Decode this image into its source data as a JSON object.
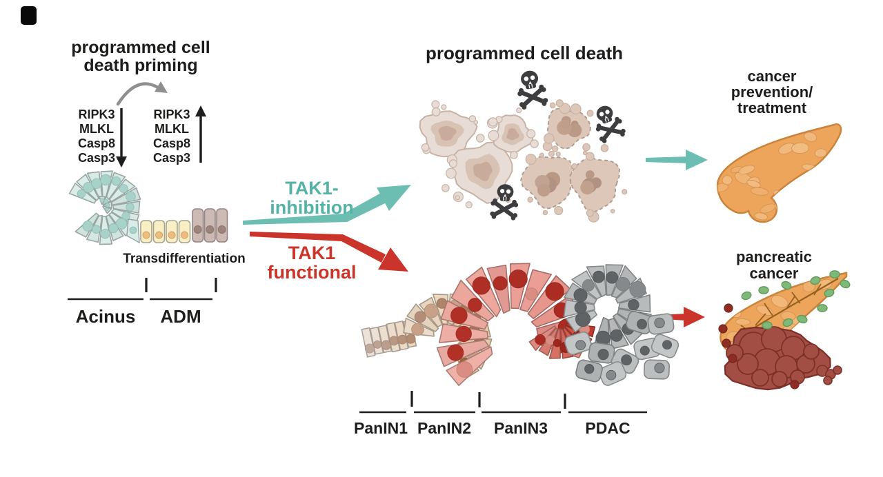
{
  "left_panel": {
    "title_line1": "programmed cell",
    "title_line2": "death priming",
    "genes_down": [
      "RIPK3",
      "MLKL",
      "Casp8",
      "Casp3"
    ],
    "genes_up": [
      "RIPK3",
      "MLKL",
      "Casp8",
      "Casp3"
    ],
    "transdifferentiation_label": "Transdifferentiation",
    "acinus_label": "Acinus",
    "adm_label": "ADM"
  },
  "branches": {
    "inhibition_line1": "TAK1-",
    "inhibition_line2": "inhibition",
    "functional_line1": "TAK1",
    "functional_line2": "functional"
  },
  "top_pathway": {
    "title": "programmed cell death",
    "outcome_line1": "cancer",
    "outcome_line2": "prevention/",
    "outcome_line3": "treatment"
  },
  "bottom_pathway": {
    "stages": [
      "PanIN1",
      "PanIN2",
      "PanIN3",
      "PDAC"
    ],
    "outcome_line1": "pancreatic",
    "outcome_line2": "cancer"
  },
  "palette": {
    "teal_text": "#54b3a7",
    "teal_arrow": "#6cbeb2",
    "red": "#cb342a",
    "black": "#1d1d1b",
    "gray_arrow": "#8e9090",
    "acinar_body": "#d9ece8",
    "acinar_nucleus": "#a6d2c9",
    "adm_yellow": "#f8efc7",
    "adm_yellow_nucleus": "#eebd7c",
    "duct_taupe": "#cdbab4",
    "duct_taupe_nucleus": "#9d837c",
    "dying_body": "#e8ddd6",
    "dying_outline": "#c8b2a5",
    "dying_fragment": "#dcc7b8",
    "skull": "#3d3d40",
    "pancreas_orange": "#eda55c",
    "pancreas_outline": "#c9833b",
    "pancreas_bump": "#f3c189",
    "tumor_red": "#a34e45",
    "tumor_outline": "#7c2f27",
    "node_green": "#7fb878",
    "node_green_outline": "#5f9c59",
    "nodule_dark_red": "#8f2c24",
    "duct_line": "#95611f",
    "panin1_body": "#ede2d8",
    "panin1_nucleus": "#c0a89c",
    "panin2_body": "#e9c9a4",
    "panin2_nucleus": "#9c6236",
    "panin3_body": "#e78f85",
    "panin3_nucleus": "#b23228",
    "pdac_body": "#bcbfc0",
    "pdac_nucleus": "#5f6365"
  }
}
